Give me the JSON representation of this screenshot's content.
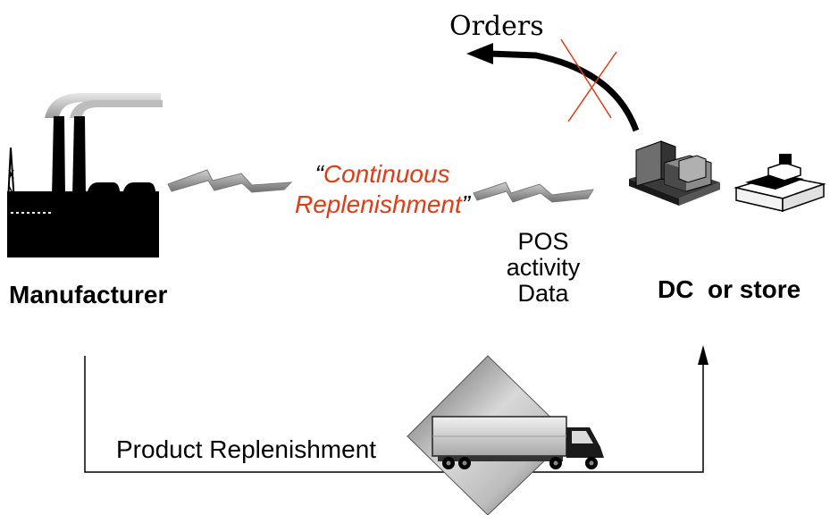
{
  "orders_label": "Orders",
  "continuous_replenishment": {
    "open_quote": "“",
    "line1": "Continuous",
    "line2": "Replenishment",
    "close_quote": "”"
  },
  "pos_data": {
    "line1": "POS",
    "line2": "activity",
    "line3": "Data"
  },
  "manufacturer_label": "Manufacturer",
  "dc_label": "DC  or store",
  "product_replenishment_label": "Product Replenishment",
  "colors": {
    "accent_red": "#e63a12",
    "lightning_gray": "#8c8c8c",
    "factory_black": "#000000",
    "smoke_gray": "#c8c8c8"
  },
  "icons": [
    "factory-icon",
    "lightning-bolt-icon",
    "warehouse-pallet-icon",
    "cash-register-icon",
    "truck-icon",
    "diamond-icon",
    "crossed-out-x-icon",
    "curved-arrow-icon"
  ]
}
